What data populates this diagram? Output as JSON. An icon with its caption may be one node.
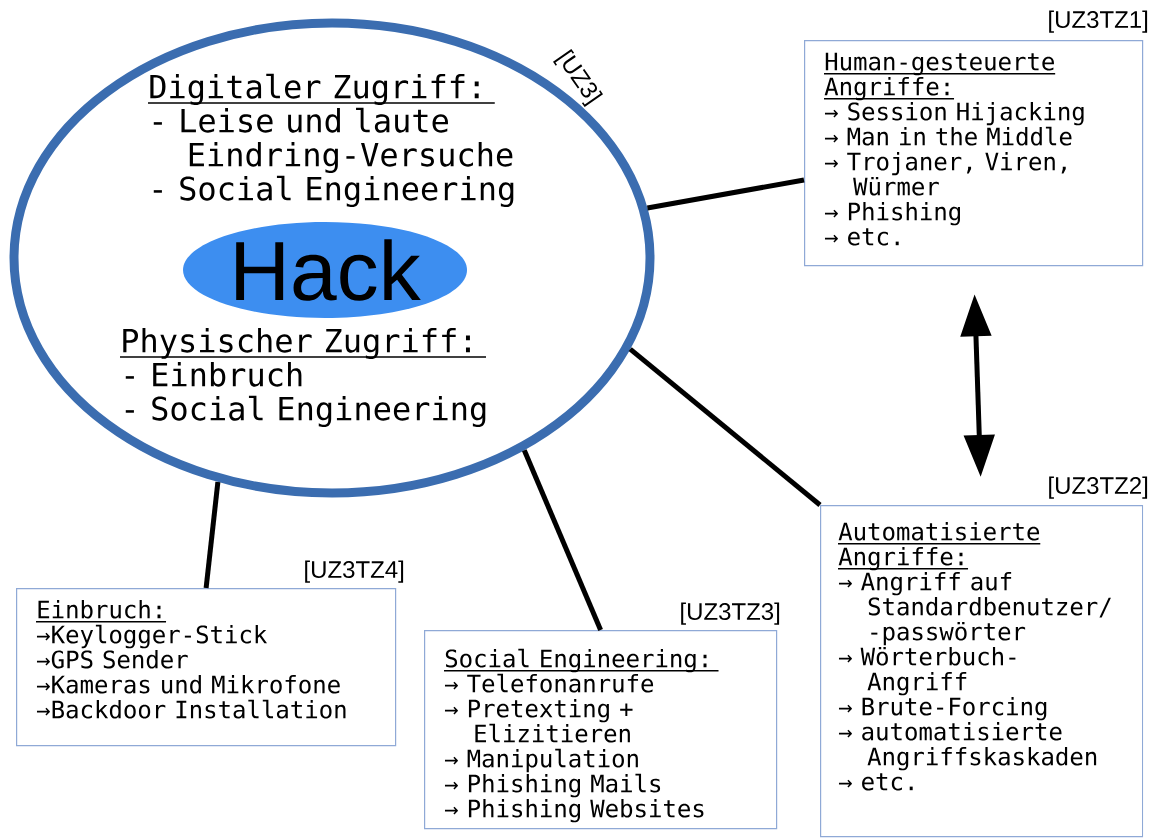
{
  "diagram": {
    "nodes": [
      {
        "text": [
          "Digitaler Zugriff:",
          "- Leise und laute Eindring-Versuche",
          "- Social Engineering",
          "Physischer Zugriff:",
          "- Einbruch",
          "- Social Engineering"
        ],
        "beside": [
          "[UZ3]"
        ]
      },
      {
        "text": [
          "Hack"
        ],
        "in": 0
      },
      {
        "text": [
          "Human-gesteuerte Angriffe:",
          "→ Session Hijacking",
          "→ Man in the Middle",
          "→ Trojaner, Viren, Würmer",
          "→ Phishing",
          "→ etc."
        ],
        "beside": [
          "[UZ3TZ1]"
        ]
      },
      {
        "text": [
          "Automatisierte Angriffe:",
          "→ Angriff auf Standardbenutzer/ -passwörter",
          "→ Wörterbuch- Angriff",
          "→ Brute-Forcing",
          "→ automatisierte Angriffskaskaden",
          "→ etc."
        ],
        "beside": [
          "[UZ3TZ2]"
        ]
      },
      {
        "text": [
          "Einbruch:",
          "→Keylogger-Stick",
          "→GPS Sender",
          "→Kameras und Mikrofone",
          "→Backdoor Installation"
        ],
        "beside": [
          "[UZ3TZ4]"
        ]
      },
      {
        "text": [
          "Social Engineering:",
          "→ Telefonanrufe",
          "→ Pretexting + Elizitieren",
          "→ Manipulation",
          "→ Phishing Mails",
          "→ Phishing Websites"
        ],
        "beside": [
          "[UZ3TZ3]"
        ]
      }
    ],
    "edges": [
      {
        "from": 0,
        "to": 2,
        "arrow": "none"
      },
      {
        "from": 2,
        "to": 3,
        "arrow": "both"
      },
      {
        "from": 0,
        "to": 3,
        "arrow": "none"
      },
      {
        "from": 0,
        "to": 5,
        "arrow": "none"
      },
      {
        "from": 0,
        "to": 4,
        "arrow": "none"
      }
    ]
  }
}
